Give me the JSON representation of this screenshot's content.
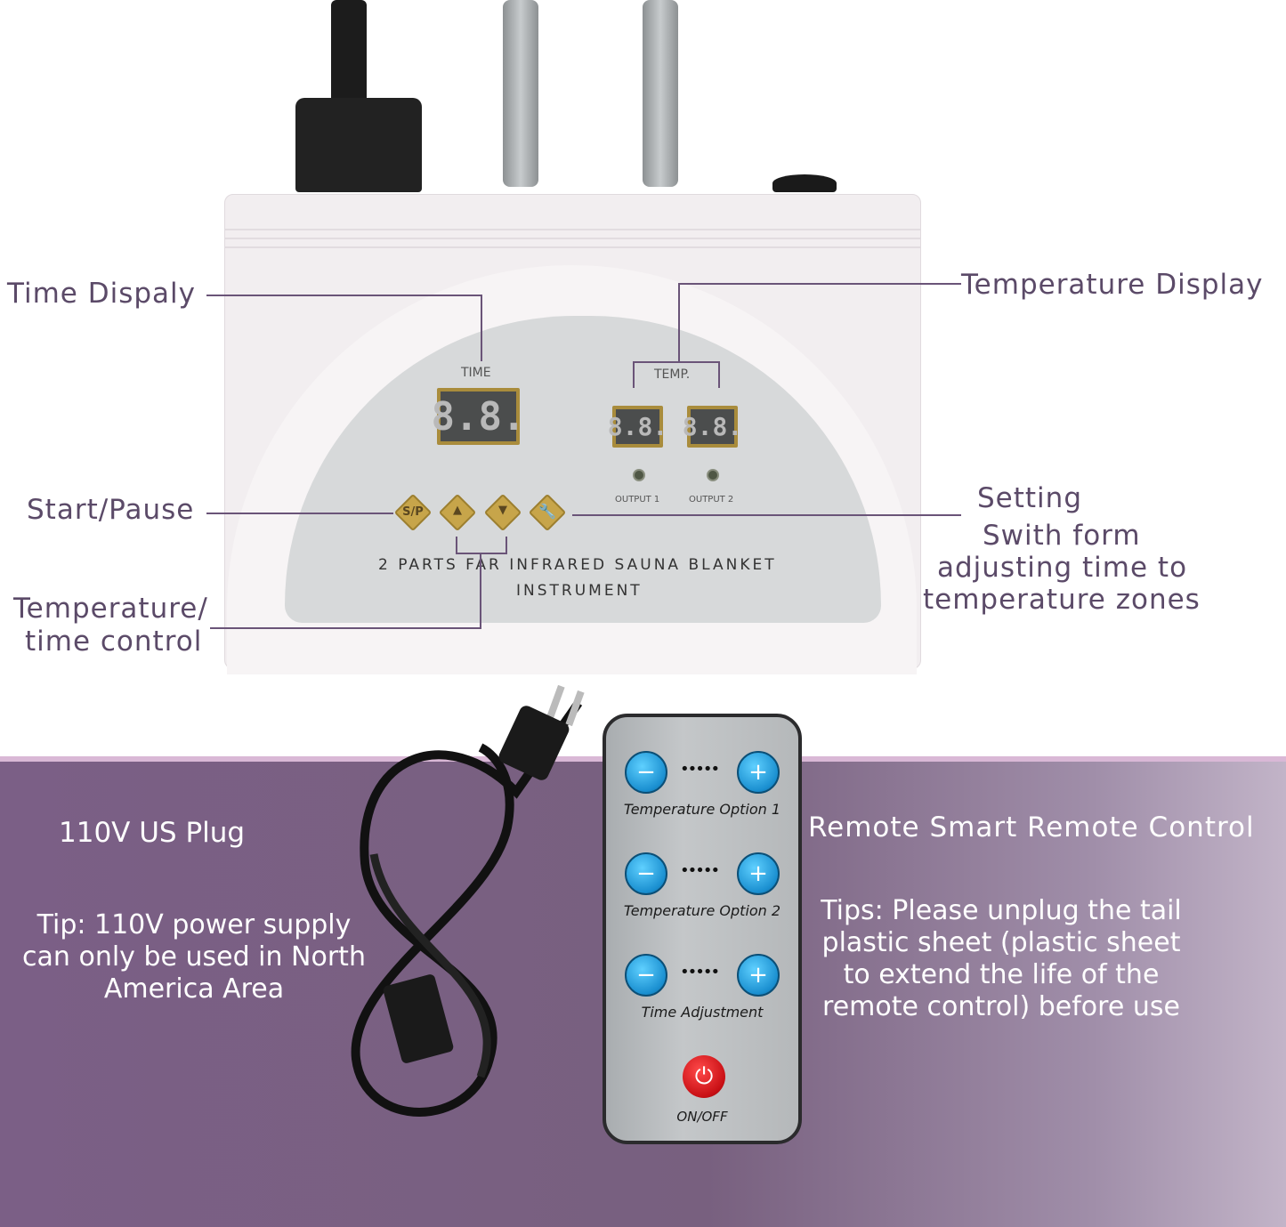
{
  "callouts": {
    "time_display": "Time Dispaly",
    "temperature_display": "Temperature Display",
    "start_pause": "Start/Pause",
    "setting": [
      "Setting",
      "Swith form",
      "adjusting time to",
      "temperature zones"
    ],
    "temp_time_control": [
      "Temperature/",
      "time control"
    ]
  },
  "panel": {
    "time_label": "TIME",
    "temp_label": "TEMP.",
    "time_digits": "8.8.",
    "temp1_digits": "8.8.",
    "temp2_digits": "8.8.",
    "output1": "OUTPUT 1",
    "output2": "OUTPUT 2",
    "sp_key": "S/P",
    "title_line1": "2 PARTS FAR INFRARED SAUNA BLANKET",
    "title_line2": "INSTRUMENT"
  },
  "plug": {
    "title": "110V US Plug",
    "tip": [
      "Tip: 110V power supply",
      "can only be used in North",
      "America Area"
    ]
  },
  "remote": {
    "title": "Remote Smart Remote Control",
    "tips": [
      "Tips: Please unplug the tail",
      "plastic sheet (plastic sheet",
      "to extend the life of the",
      "remote control) before use"
    ],
    "rows": [
      "Temperature Option 1",
      "Temperature Option 2",
      "Time Adjustment"
    ],
    "minus": "−",
    "plus": "+",
    "dots": "•••••",
    "power_label": "ON/OFF"
  },
  "colors": {
    "band": "#7b5f86",
    "callout": "#5b4a68",
    "key": "#c7a54a",
    "remote_button": "#1a8fd0",
    "power": "#d0161b"
  }
}
